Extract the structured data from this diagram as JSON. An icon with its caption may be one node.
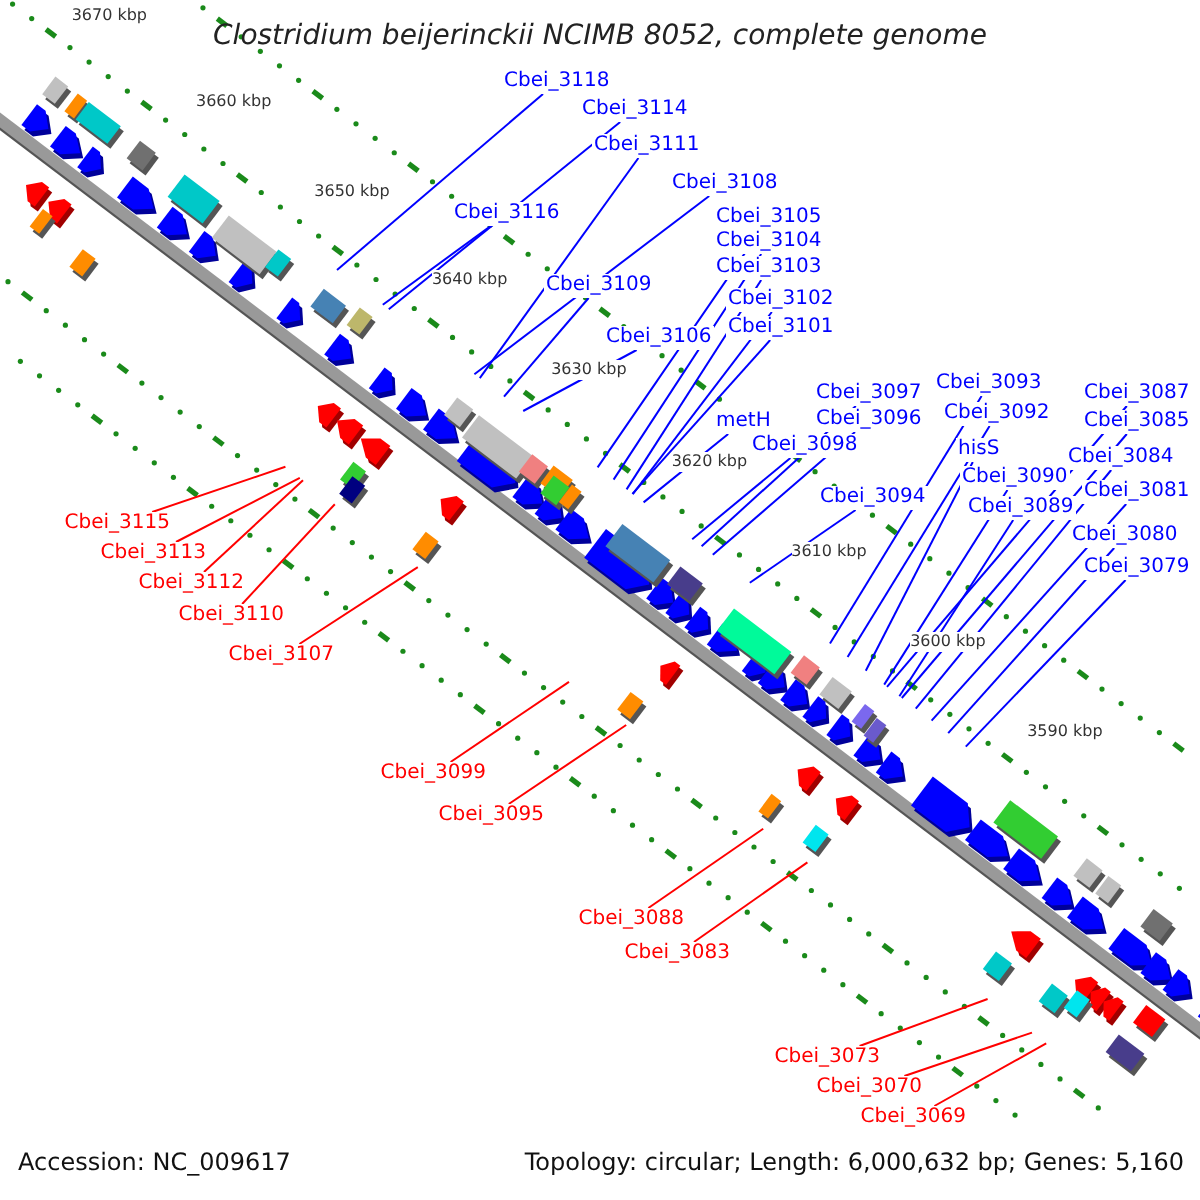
{
  "diagram": {
    "title": "Clostridium beijerinckii NCIMB 8052, complete genome",
    "nodes": [
      {
        "text": [
          "Cbei_3118"
        ]
      },
      {
        "text": [
          "Cbei_3114"
        ]
      },
      {
        "text": [
          "Cbei_3111"
        ]
      },
      {
        "text": [
          "Cbei_3108"
        ]
      },
      {
        "text": [
          "Cbei_3116"
        ]
      },
      {
        "text": [
          "Cbei_3105"
        ]
      },
      {
        "text": [
          "Cbei_3104"
        ]
      },
      {
        "text": [
          "Cbei_3103"
        ]
      },
      {
        "text": [
          "Cbei_3109"
        ]
      },
      {
        "text": [
          "Cbei_3102"
        ]
      },
      {
        "text": [
          "Cbei_3101"
        ]
      },
      {
        "text": [
          "Cbei_3106"
        ]
      },
      {
        "text": [
          "Cbei_3093"
        ]
      },
      {
        "text": [
          "Cbei_3097"
        ]
      },
      {
        "text": [
          "Cbei_3087"
        ]
      },
      {
        "text": [
          "Cbei_3092"
        ]
      },
      {
        "text": [
          "Cbei_3096"
        ]
      },
      {
        "text": [
          "metH"
        ]
      },
      {
        "text": [
          "Cbei_3085"
        ]
      },
      {
        "text": [
          "Cbei_3098"
        ]
      },
      {
        "text": [
          "hisS"
        ]
      },
      {
        "text": [
          "Cbei_3084"
        ]
      },
      {
        "text": [
          "Cbei_3090"
        ]
      },
      {
        "text": [
          "Cbei_3081"
        ]
      },
      {
        "text": [
          "Cbei_3094"
        ]
      },
      {
        "text": [
          "Cbei_3089"
        ]
      },
      {
        "text": [
          "Cbei_3080"
        ]
      },
      {
        "text": [
          "Cbei_3079"
        ]
      },
      {
        "text": [
          "Cbei_3115"
        ]
      },
      {
        "text": [
          "Cbei_3113"
        ]
      },
      {
        "text": [
          "Cbei_3112"
        ]
      },
      {
        "text": [
          "Cbei_3110"
        ]
      },
      {
        "text": [
          "Cbei_3107"
        ]
      },
      {
        "text": [
          "Cbei_3099"
        ]
      },
      {
        "text": [
          "Cbei_3095"
        ]
      },
      {
        "text": [
          "Cbei_3088"
        ]
      },
      {
        "text": [
          "Cbei_3083"
        ]
      },
      {
        "text": [
          "Cbei_3073"
        ]
      },
      {
        "text": [
          "Cbei_3070"
        ]
      },
      {
        "text": [
          "Cbei_3069"
        ]
      }
    ],
    "edges": [
      {
        "from": 0,
        "to": null,
        "arrow": "none"
      },
      {
        "from": 1,
        "to": null,
        "arrow": "none"
      },
      {
        "from": 2,
        "to": null,
        "arrow": "none"
      },
      {
        "from": 3,
        "to": null,
        "arrow": "none"
      },
      {
        "from": 4,
        "to": null,
        "arrow": "none"
      },
      {
        "from": 5,
        "to": null,
        "arrow": "none"
      },
      {
        "from": 6,
        "to": null,
        "arrow": "none"
      },
      {
        "from": 7,
        "to": null,
        "arrow": "none"
      },
      {
        "from": 8,
        "to": null,
        "arrow": "none"
      },
      {
        "from": 9,
        "to": null,
        "arrow": "none"
      },
      {
        "from": 10,
        "to": null,
        "arrow": "none"
      },
      {
        "from": 11,
        "to": null,
        "arrow": "none"
      },
      {
        "from": 12,
        "to": null,
        "arrow": "none"
      },
      {
        "from": 13,
        "to": null,
        "arrow": "none"
      },
      {
        "from": 14,
        "to": null,
        "arrow": "none"
      },
      {
        "from": 15,
        "to": null,
        "arrow": "none"
      },
      {
        "from": 16,
        "to": null,
        "arrow": "none"
      },
      {
        "from": 17,
        "to": null,
        "arrow": "none"
      },
      {
        "from": 18,
        "to": null,
        "arrow": "none"
      },
      {
        "from": 19,
        "to": null,
        "arrow": "none"
      },
      {
        "from": 20,
        "to": null,
        "arrow": "none"
      },
      {
        "from": 21,
        "to": null,
        "arrow": "none"
      },
      {
        "from": 22,
        "to": null,
        "arrow": "none"
      },
      {
        "from": 23,
        "to": null,
        "arrow": "none"
      },
      {
        "from": 24,
        "to": null,
        "arrow": "none"
      },
      {
        "from": 25,
        "to": null,
        "arrow": "none"
      },
      {
        "from": 26,
        "to": null,
        "arrow": "none"
      },
      {
        "from": 27,
        "to": null,
        "arrow": "none"
      },
      {
        "from": 28,
        "to": null,
        "arrow": "none",
        "color": "#ff0000"
      },
      {
        "from": 29,
        "to": null,
        "arrow": "none",
        "color": "#ff0000"
      },
      {
        "from": 30,
        "to": null,
        "arrow": "none",
        "color": "#ff0000"
      },
      {
        "from": 31,
        "to": null,
        "arrow": "none",
        "color": "#ff0000"
      },
      {
        "from": 32,
        "to": null,
        "arrow": "none",
        "color": "#ff0000"
      },
      {
        "from": 33,
        "to": null,
        "arrow": "none",
        "color": "#ff0000"
      },
      {
        "from": 34,
        "to": null,
        "arrow": "none",
        "color": "#ff0000"
      },
      {
        "from": 35,
        "to": null,
        "arrow": "none",
        "color": "#ff0000"
      },
      {
        "from": 36,
        "to": null,
        "arrow": "none",
        "color": "#ff0000"
      },
      {
        "from": 37,
        "to": null,
        "arrow": "none",
        "color": "#ff0000"
      },
      {
        "from": 38,
        "to": null,
        "arrow": "none",
        "color": "#ff0000"
      },
      {
        "from": 39,
        "to": null,
        "arrow": "none",
        "color": "#ff0000"
      }
    ],
    "labels": [
      "3670 kbp",
      "3660 kbp",
      "3650 kbp",
      "3640 kbp",
      "3630 kbp",
      "3620 kbp",
      "3610 kbp",
      "3600 kbp",
      "3590 kbp",
      "Accession: NC_009617",
      "Topology: circular; Length: 6,000,632 bp; Genes: 5,160"
    ]
  }
}
